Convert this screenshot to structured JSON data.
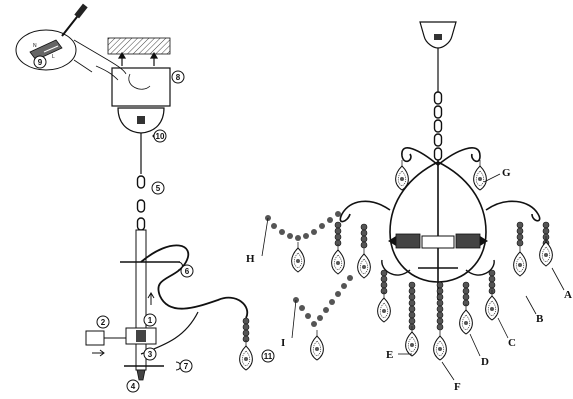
{
  "figure": {
    "title": "",
    "assembly_steps": [
      "1",
      "2",
      "3",
      "4",
      "5",
      "6",
      "7",
      "8",
      "9",
      "10",
      "11"
    ],
    "part_labels": [
      "A",
      "B",
      "C",
      "D",
      "E",
      "F",
      "G",
      "H",
      "I"
    ],
    "tiny_marks": {
      "wire_tag": "N",
      "screw_tag": "L"
    }
  }
}
